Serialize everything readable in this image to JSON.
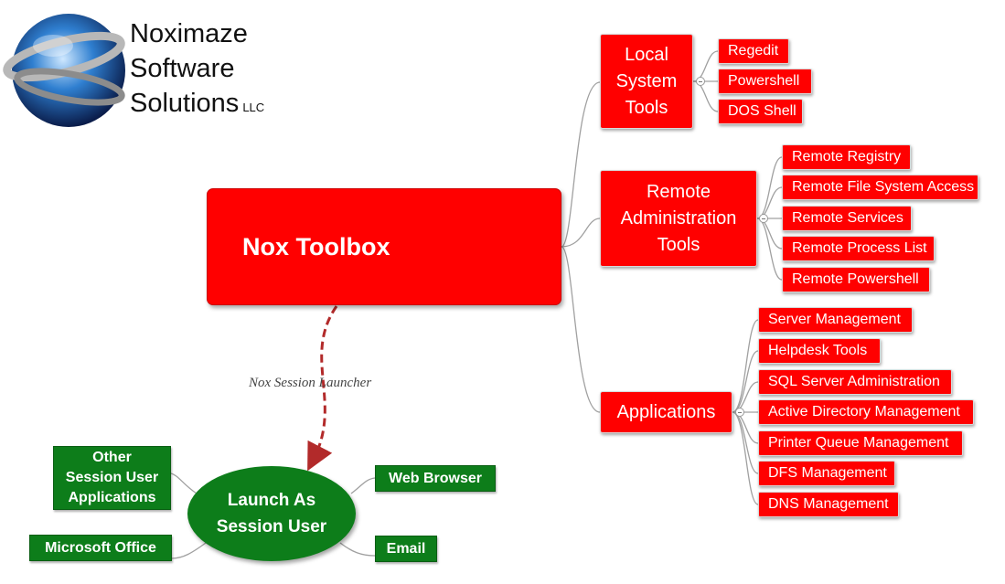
{
  "brand": {
    "line1": "Noximaze",
    "line2": "Software",
    "line3": "Solutions",
    "suffix": "LLC"
  },
  "root": {
    "label": "Nox Toolbox",
    "icon": "toolbox-icon"
  },
  "relationship_label": "Nox Session Launcher",
  "categories": [
    {
      "label_lines": [
        "Local",
        "System",
        "Tools"
      ],
      "items": [
        "Regedit",
        "Powershell",
        "DOS Shell"
      ]
    },
    {
      "label_lines": [
        "Remote",
        "Administration",
        "Tools"
      ],
      "items": [
        "Remote Registry",
        "Remote File System Access",
        "Remote Services",
        "Remote Process List",
        "Remote Powershell"
      ]
    },
    {
      "label_lines": [
        "Applications"
      ],
      "items": [
        "Server Management",
        "Helpdesk Tools",
        "SQL Server Administration",
        "Active Directory Management",
        "Printer Queue Management",
        "DFS Management",
        "DNS Management"
      ]
    }
  ],
  "launch": {
    "label_lines": [
      "Launch As",
      "Session User"
    ],
    "items": [
      {
        "lines": [
          "Other",
          "Session User",
          "Applications"
        ]
      },
      {
        "lines": [
          "Microsoft Office"
        ]
      },
      {
        "lines": [
          "Web Browser"
        ]
      },
      {
        "lines": [
          "Email"
        ]
      }
    ]
  },
  "colors": {
    "topic_red": "#ff0000",
    "session_green": "#0d7d1a",
    "relationship_dashed": "#b22a2a",
    "connector_gray": "#a0a0a0"
  }
}
